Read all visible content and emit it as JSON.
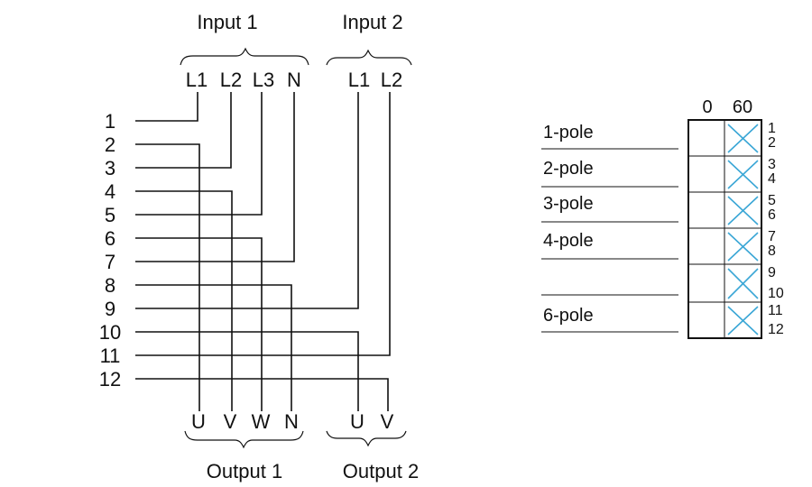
{
  "wiring": {
    "input1_title": "Input 1",
    "input2_title": "Input 2",
    "output1_title": "Output 1",
    "output2_title": "Output 2",
    "input1_terminals": [
      "L1",
      "L2",
      "L3",
      "N"
    ],
    "input2_terminals": [
      "L1",
      "L2"
    ],
    "output1_terminals": [
      "U",
      "V",
      "W",
      "N"
    ],
    "output2_terminals": [
      "U",
      "V"
    ],
    "contacts": [
      "1",
      "2",
      "3",
      "4",
      "5",
      "6",
      "7",
      "8",
      "9",
      "10",
      "11",
      "12"
    ]
  },
  "switch_table": {
    "positions": [
      "0",
      "60"
    ],
    "rows": [
      {
        "label": "1-pole",
        "contacts": [
          "1",
          "2"
        ],
        "closed_at": "60"
      },
      {
        "label": "2-pole",
        "contacts": [
          "3",
          "4"
        ],
        "closed_at": "60"
      },
      {
        "label": "3-pole",
        "contacts": [
          "5",
          "6"
        ],
        "closed_at": "60"
      },
      {
        "label": "4-pole",
        "contacts": [
          "7",
          "8"
        ],
        "closed_at": "60"
      },
      {
        "label": "",
        "contacts": [
          "9",
          "10"
        ],
        "closed_at": "60"
      },
      {
        "label": "6-pole",
        "contacts": [
          "11",
          "12"
        ],
        "closed_at": "60"
      }
    ]
  },
  "colors": {
    "line": "#111111",
    "contact_mark": "#3ba7d6"
  }
}
